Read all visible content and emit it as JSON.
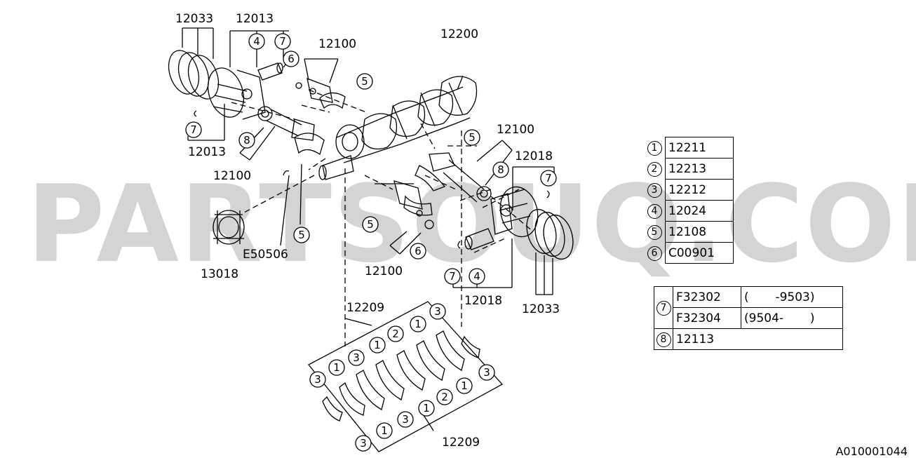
{
  "watermark": "PARTSOUQ.COM",
  "diagram_code": "A010001044",
  "callouts": {
    "rings_left": "12033",
    "piston_left_top": "12013",
    "piston_left_bottom": "12013",
    "rod_left_top": "12100",
    "rod_left_bottom": "12100",
    "crankshaft": "12200",
    "rod_right_top": "12100",
    "rod_right_bottom": "12100",
    "piston_right_top": "12018",
    "piston_right_bottom": "12018",
    "rings_right": "12033",
    "bearing_upper": "12209",
    "bearing_lower": "12209",
    "sprocket": "13018",
    "key": "E50506"
  },
  "circle_marks": {
    "one": "1",
    "two": "2",
    "three": "3",
    "four": "4",
    "five": "5",
    "six": "6",
    "seven": "7",
    "eight": "8"
  },
  "reference_table": [
    {
      "key": "1",
      "code": "12211"
    },
    {
      "key": "2",
      "code": "12213"
    },
    {
      "key": "3",
      "code": "12212"
    },
    {
      "key": "4",
      "code": "12024"
    },
    {
      "key": "5",
      "code": "12108"
    },
    {
      "key": "6",
      "code": "C00901"
    }
  ],
  "variant_table": {
    "key7": "7",
    "key8": "8",
    "row1_code": "F32302",
    "row1_range": "(       -9503)",
    "row2_code": "F32304",
    "row2_range": "(9504-       )",
    "row3_code": "12113"
  }
}
